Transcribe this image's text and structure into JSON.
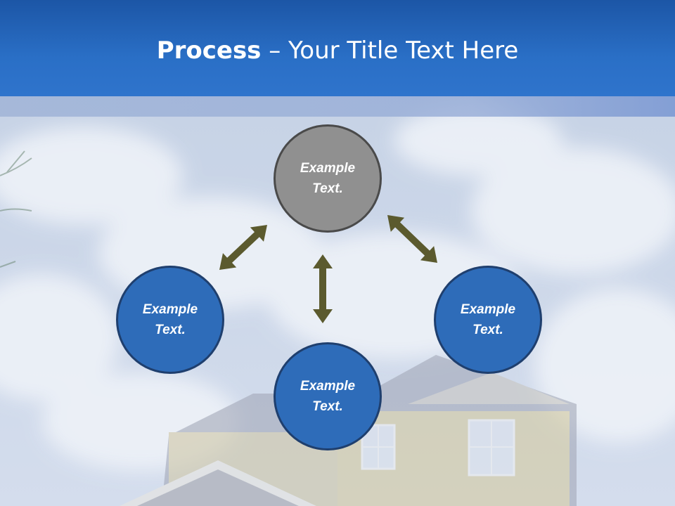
{
  "slide": {
    "title_bold": "Process",
    "title_rest": " – Your Title Text Here"
  },
  "diagram": {
    "nodes": [
      {
        "id": "center",
        "label": "Example\nText.",
        "color": "#909090"
      },
      {
        "id": "left",
        "label": "Example\nText.",
        "color": "#2e6cb9"
      },
      {
        "id": "bottom",
        "label": "Example\nText.",
        "color": "#2e6cb9"
      },
      {
        "id": "right",
        "label": "Example\nText.",
        "color": "#2e6cb9"
      }
    ],
    "arrow_color": "#5b5a2e",
    "header_color": "#2466bb"
  }
}
